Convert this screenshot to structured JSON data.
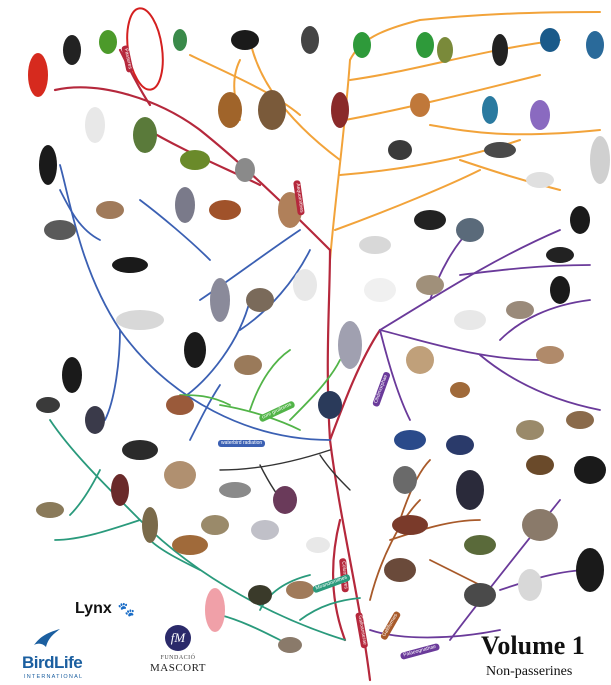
{
  "colors": {
    "passerine_orange": "#f2a33a",
    "trunk_red": "#b5283c",
    "blue": "#3b60b3",
    "green": "#52b448",
    "teal": "#2a9a7c",
    "purple": "#6a3a9a",
    "brown": "#a85a2a",
    "annotation_red": "#d42020"
  },
  "clade_labels": [
    {
      "text": "Passeres",
      "color": "#b5283c"
    },
    {
      "text": "Aequornithes",
      "color": "#b5283c"
    },
    {
      "text": "waterbird radiation",
      "color": "#3b60b3"
    },
    {
      "text": "core gruiforms",
      "color": "#52b448"
    },
    {
      "text": "Otidimorphae",
      "color": "#6a3a9a"
    },
    {
      "text": "Columbaves",
      "color": "#b5283c"
    },
    {
      "text": "Mirandornithes",
      "color": "#2a9a7c"
    },
    {
      "text": "Galloanserae",
      "color": "#b5283c"
    },
    {
      "text": "Galliformes",
      "color": "#a85a2a"
    },
    {
      "text": "Palaeognathae",
      "color": "#6a3a9a"
    }
  ],
  "footer": {
    "lynx": "Lynx",
    "birdlife_name": "BirdLife",
    "birdlife_sub": "INTERNATIONAL",
    "mascort_seal": "fM",
    "mascort_name": "FUNDACIÓ",
    "mascort_word": "MASCORT",
    "volume_title": "Volume 1",
    "volume_subtitle": "Non-passerines"
  }
}
